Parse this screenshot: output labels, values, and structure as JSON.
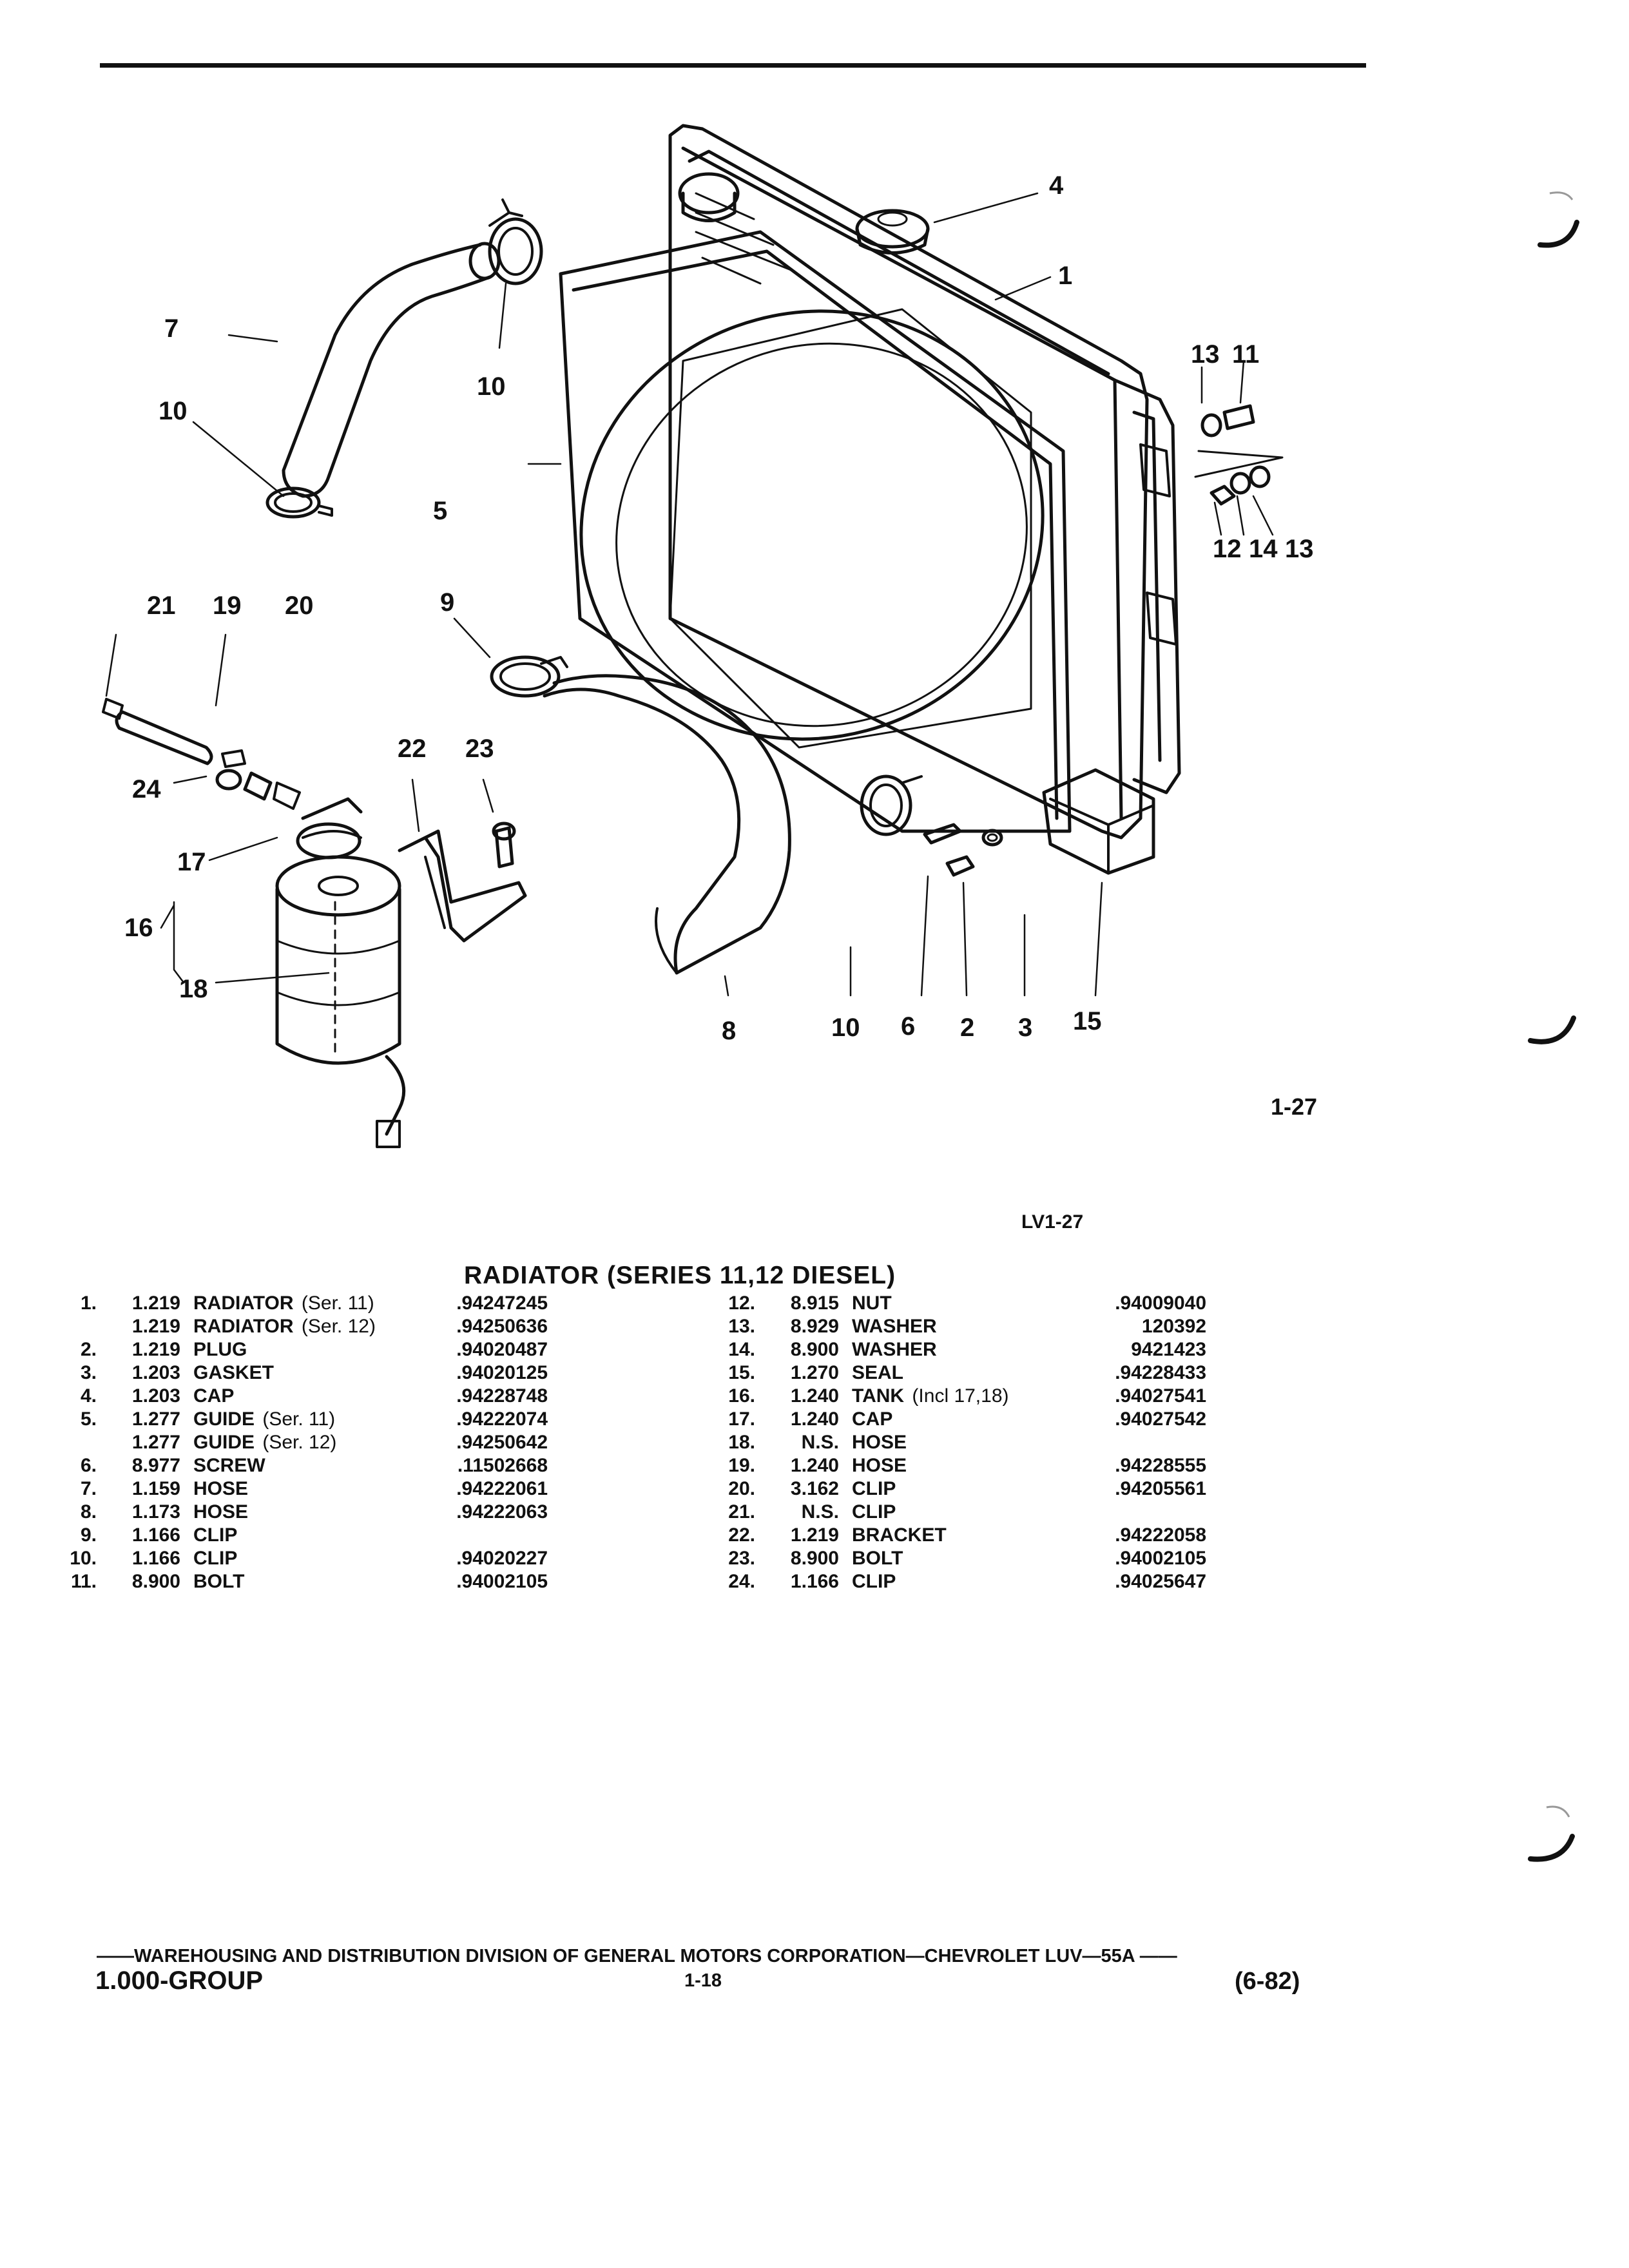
{
  "figure": {
    "id": "1-27",
    "reference": "LV1-27",
    "callouts": [
      {
        "label": "4",
        "role": "cap"
      },
      {
        "label": "1",
        "role": "radiator"
      },
      {
        "label": "7",
        "role": "upper-hose"
      },
      {
        "label": "10",
        "role": "upper-clip-top"
      },
      {
        "label": "10",
        "role": "upper-clip-bottom"
      },
      {
        "label": "5",
        "role": "guide"
      },
      {
        "label": "13",
        "role": "washer-top"
      },
      {
        "label": "11",
        "role": "bolt"
      },
      {
        "label": "12",
        "role": "nut"
      },
      {
        "label": "14",
        "role": "washer"
      },
      {
        "label": "13",
        "role": "washer-bottom"
      },
      {
        "label": "21",
        "role": "clip-left"
      },
      {
        "label": "19",
        "role": "hose-small"
      },
      {
        "label": "20",
        "role": "clip-right"
      },
      {
        "label": "9",
        "role": "clip"
      },
      {
        "label": "22",
        "role": "bracket"
      },
      {
        "label": "23",
        "role": "bolt"
      },
      {
        "label": "24",
        "role": "clip"
      },
      {
        "label": "17",
        "role": "tank-cap"
      },
      {
        "label": "16",
        "role": "tank-assembly"
      },
      {
        "label": "18",
        "role": "tank-hose"
      },
      {
        "label": "8",
        "role": "lower-hose"
      },
      {
        "label": "10",
        "role": "lower-clip"
      },
      {
        "label": "6",
        "role": "screw"
      },
      {
        "label": "2",
        "role": "plug"
      },
      {
        "label": "3",
        "role": "gasket"
      },
      {
        "label": "15",
        "role": "seal"
      }
    ]
  },
  "title": "RADIATOR (SERIES 11,12 DIESEL)",
  "parts_left": [
    {
      "num": "1.",
      "group": "1.219",
      "name": "RADIATOR",
      "qual": "(Ser. 11)",
      "pn": ".94247245"
    },
    {
      "num": "",
      "group": "1.219",
      "name": "RADIATOR",
      "qual": "(Ser. 12)",
      "pn": ".94250636"
    },
    {
      "num": "2.",
      "group": "1.219",
      "name": "PLUG",
      "qual": "",
      "pn": ".94020487"
    },
    {
      "num": "3.",
      "group": "1.203",
      "name": "GASKET",
      "qual": "",
      "pn": ".94020125"
    },
    {
      "num": "4.",
      "group": "1.203",
      "name": "CAP",
      "qual": "",
      "pn": ".94228748"
    },
    {
      "num": "5.",
      "group": "1.277",
      "name": "GUIDE",
      "qual": "(Ser. 11)",
      "pn": ".94222074"
    },
    {
      "num": "",
      "group": "1.277",
      "name": "GUIDE",
      "qual": "(Ser. 12)",
      "pn": ".94250642"
    },
    {
      "num": "6.",
      "group": "8.977",
      "name": "SCREW",
      "qual": "",
      "pn": ".11502668"
    },
    {
      "num": "7.",
      "group": "1.159",
      "name": "HOSE",
      "qual": "",
      "pn": ".94222061"
    },
    {
      "num": "8.",
      "group": "1.173",
      "name": "HOSE",
      "qual": "",
      "pn": ".94222063"
    },
    {
      "num": "9.",
      "group": "1.166",
      "name": "CLIP",
      "qual": "",
      "pn": ""
    },
    {
      "num": "10.",
      "group": "1.166",
      "name": "CLIP",
      "qual": "",
      "pn": ".94020227"
    },
    {
      "num": "11.",
      "group": "8.900",
      "name": "BOLT",
      "qual": "",
      "pn": ".94002105"
    }
  ],
  "parts_right": [
    {
      "num": "12.",
      "group": "8.915",
      "name": "NUT",
      "qual": "",
      "pn": ".94009040"
    },
    {
      "num": "13.",
      "group": "8.929",
      "name": "WASHER",
      "qual": "",
      "pn": "120392"
    },
    {
      "num": "14.",
      "group": "8.900",
      "name": "WASHER",
      "qual": "",
      "pn": "9421423"
    },
    {
      "num": "15.",
      "group": "1.270",
      "name": "SEAL",
      "qual": "",
      "pn": ".94228433"
    },
    {
      "num": "16.",
      "group": "1.240",
      "name": "TANK",
      "qual": "(Incl 17,18)",
      "pn": ".94027541"
    },
    {
      "num": "17.",
      "group": "1.240",
      "name": "CAP",
      "qual": "",
      "pn": ".94027542"
    },
    {
      "num": "18.",
      "group": "N.S.",
      "name": "HOSE",
      "qual": "",
      "pn": ""
    },
    {
      "num": "19.",
      "group": "1.240",
      "name": "HOSE",
      "qual": "",
      "pn": ".94228555"
    },
    {
      "num": "20.",
      "group": "3.162",
      "name": "CLIP",
      "qual": "",
      "pn": ".94205561"
    },
    {
      "num": "21.",
      "group": "N.S.",
      "name": "CLIP",
      "qual": "",
      "pn": ""
    },
    {
      "num": "22.",
      "group": "1.219",
      "name": "BRACKET",
      "qual": "",
      "pn": ".94222058"
    },
    {
      "num": "23.",
      "group": "8.900",
      "name": "BOLT",
      "qual": "",
      "pn": ".94002105"
    },
    {
      "num": "24.",
      "group": "1.166",
      "name": "CLIP",
      "qual": "",
      "pn": ".94025647"
    }
  ],
  "footer": {
    "line": "——WAREHOUSING AND DISTRIBUTION  DIVISION OF GENERAL MOTORS CORPORATION—CHEVROLET LUV—55A  ——",
    "group": "1.000-GROUP",
    "page": "1-18",
    "date": "(6-82)"
  }
}
